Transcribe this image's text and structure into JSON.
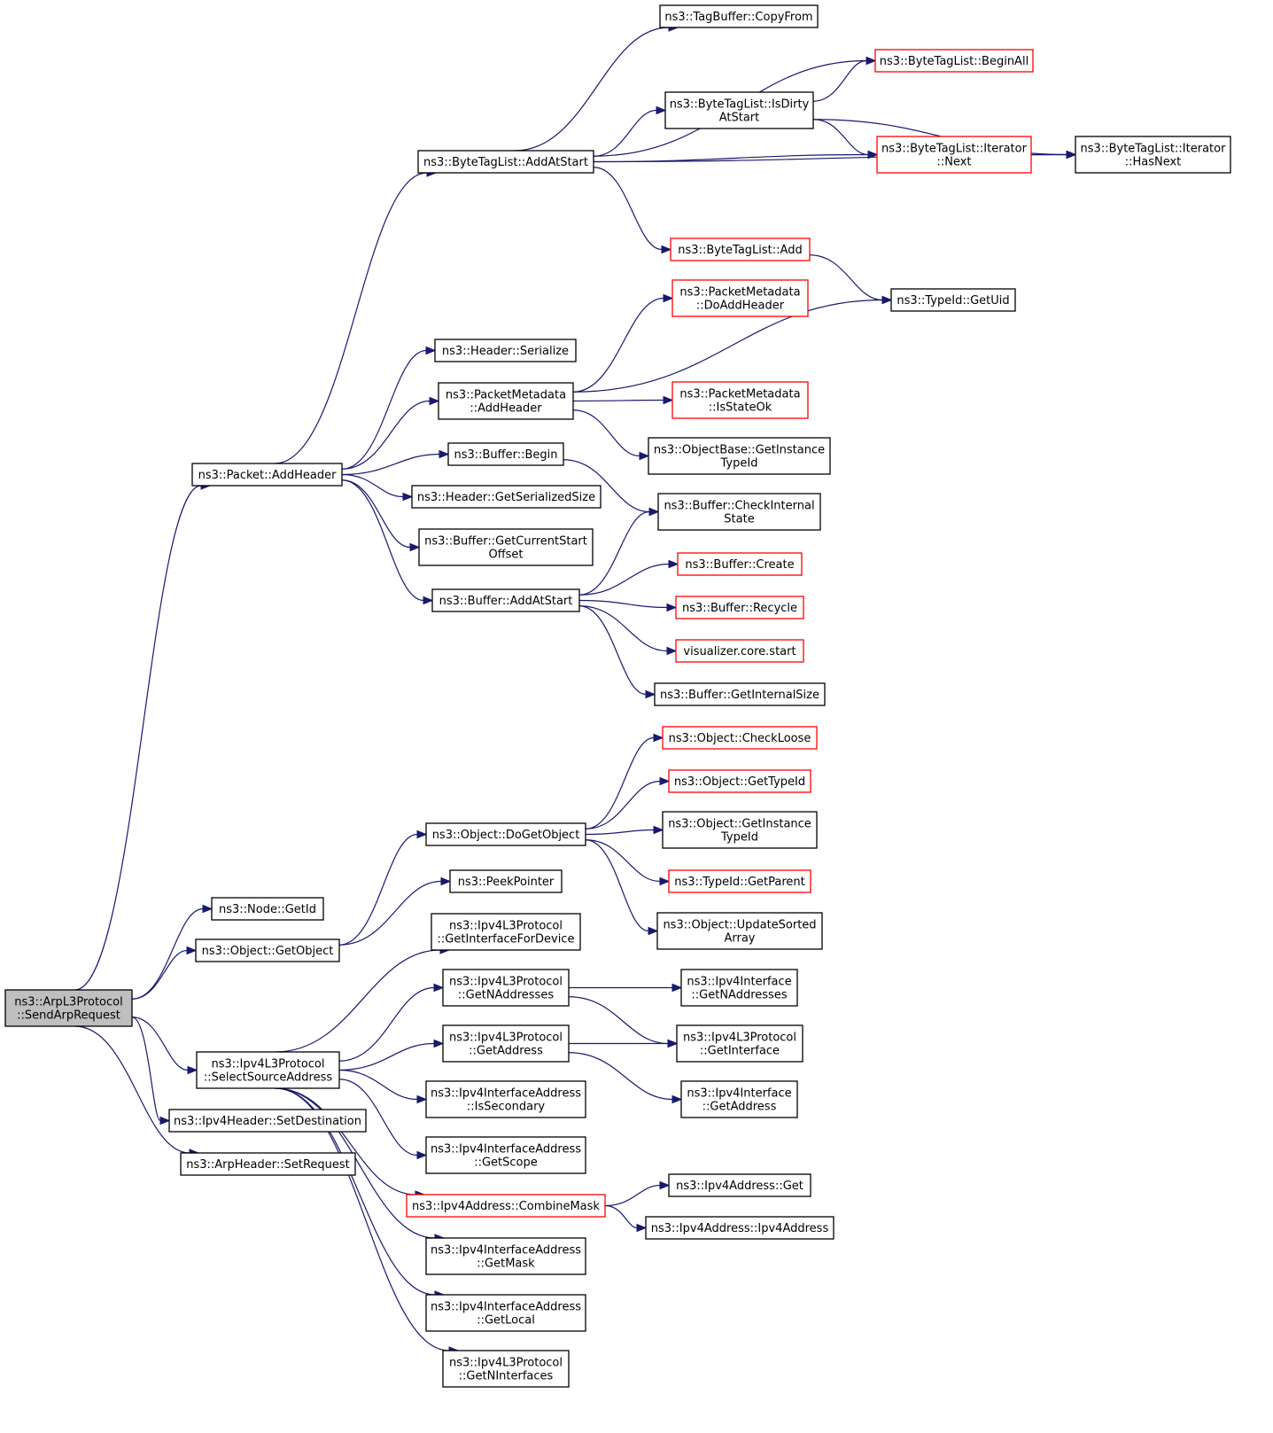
{
  "colors": {
    "edge": "#191970",
    "node_border": "#000000",
    "node_border_truncated": "#ff0000",
    "root_fill": "#bfbfbf",
    "node_fill": "#ffffff"
  },
  "nodes": [
    {
      "id": "root",
      "lines": [
        "ns3::ArpL3Protocol",
        "::SendArpRequest"
      ],
      "kind": "root"
    },
    {
      "id": "tagbuffer_copyfrom",
      "lines": [
        "ns3::TagBuffer::CopyFrom"
      ],
      "kind": "normal"
    },
    {
      "id": "btl_beginall",
      "lines": [
        "ns3::ByteTagList::BeginAll"
      ],
      "kind": "truncated"
    },
    {
      "id": "btl_isdirty",
      "lines": [
        "ns3::ByteTagList::IsDirty",
        "AtStart"
      ],
      "kind": "normal"
    },
    {
      "id": "btl_iter_next",
      "lines": [
        "ns3::ByteTagList::Iterator",
        "::Next"
      ],
      "kind": "truncated"
    },
    {
      "id": "btl_iter_hasnext",
      "lines": [
        "ns3::ByteTagList::Iterator",
        "::HasNext"
      ],
      "kind": "normal"
    },
    {
      "id": "btl_addatstart",
      "lines": [
        "ns3::ByteTagList::AddAtStart"
      ],
      "kind": "normal"
    },
    {
      "id": "btl_add",
      "lines": [
        "ns3::ByteTagList::Add"
      ],
      "kind": "truncated"
    },
    {
      "id": "typeid_getuid",
      "lines": [
        "ns3::TypeId::GetUid"
      ],
      "kind": "normal"
    },
    {
      "id": "pm_doaddheader",
      "lines": [
        "ns3::PacketMetadata",
        "::DoAddHeader"
      ],
      "kind": "truncated"
    },
    {
      "id": "header_serialize",
      "lines": [
        "ns3::Header::Serialize"
      ],
      "kind": "normal"
    },
    {
      "id": "pm_addheader",
      "lines": [
        "ns3::PacketMetadata",
        "::AddHeader"
      ],
      "kind": "normal"
    },
    {
      "id": "pm_isstateok",
      "lines": [
        "ns3::PacketMetadata",
        "::IsStateOk"
      ],
      "kind": "truncated"
    },
    {
      "id": "ob_getinstancetypeid",
      "lines": [
        "ns3::ObjectBase::GetInstance",
        "TypeId"
      ],
      "kind": "normal"
    },
    {
      "id": "buffer_begin",
      "lines": [
        "ns3::Buffer::Begin"
      ],
      "kind": "normal"
    },
    {
      "id": "packet_addheader",
      "lines": [
        "ns3::Packet::AddHeader"
      ],
      "kind": "normal"
    },
    {
      "id": "header_getserializedsize",
      "lines": [
        "ns3::Header::GetSerializedSize"
      ],
      "kind": "normal"
    },
    {
      "id": "buffer_checkinternalstate",
      "lines": [
        "ns3::Buffer::CheckInternal",
        "State"
      ],
      "kind": "normal"
    },
    {
      "id": "buffer_getcurrentstartoffset",
      "lines": [
        "ns3::Buffer::GetCurrentStart",
        "Offset"
      ],
      "kind": "normal"
    },
    {
      "id": "buffer_create",
      "lines": [
        "ns3::Buffer::Create"
      ],
      "kind": "truncated"
    },
    {
      "id": "buffer_addatstart",
      "lines": [
        "ns3::Buffer::AddAtStart"
      ],
      "kind": "normal"
    },
    {
      "id": "buffer_recycle",
      "lines": [
        "ns3::Buffer::Recycle"
      ],
      "kind": "truncated"
    },
    {
      "id": "visualizer_core_start",
      "lines": [
        "visualizer.core.start"
      ],
      "kind": "truncated"
    },
    {
      "id": "buffer_getinternalsize",
      "lines": [
        "ns3::Buffer::GetInternalSize"
      ],
      "kind": "normal"
    },
    {
      "id": "object_checkloose",
      "lines": [
        "ns3::Object::CheckLoose"
      ],
      "kind": "truncated"
    },
    {
      "id": "object_gettypeid",
      "lines": [
        "ns3::Object::GetTypeId"
      ],
      "kind": "truncated"
    },
    {
      "id": "object_dogetobject",
      "lines": [
        "ns3::Object::DoGetObject"
      ],
      "kind": "normal"
    },
    {
      "id": "object_getinstancetypeid",
      "lines": [
        "ns3::Object::GetInstance",
        "TypeId"
      ],
      "kind": "normal"
    },
    {
      "id": "typeid_getparent",
      "lines": [
        "ns3::TypeId::GetParent"
      ],
      "kind": "truncated"
    },
    {
      "id": "peekpointer",
      "lines": [
        "ns3::PeekPointer"
      ],
      "kind": "normal"
    },
    {
      "id": "node_getid",
      "lines": [
        "ns3::Node::GetId"
      ],
      "kind": "normal"
    },
    {
      "id": "object_updatesortedarray",
      "lines": [
        "ns3::Object::UpdateSorted",
        "Array"
      ],
      "kind": "normal"
    },
    {
      "id": "object_getobject",
      "lines": [
        "ns3::Object::GetObject"
      ],
      "kind": "normal"
    },
    {
      "id": "ipv4l3_getinterfacefordevice",
      "lines": [
        "ns3::Ipv4L3Protocol",
        "::GetInterfaceForDevice"
      ],
      "kind": "normal"
    },
    {
      "id": "ipv4l3_getnaddresses",
      "lines": [
        "ns3::Ipv4L3Protocol",
        "::GetNAddresses"
      ],
      "kind": "normal"
    },
    {
      "id": "ipv4if_getnaddresses",
      "lines": [
        "ns3::Ipv4Interface",
        "::GetNAddresses"
      ],
      "kind": "normal"
    },
    {
      "id": "ipv4l3_getaddress",
      "lines": [
        "ns3::Ipv4L3Protocol",
        "::GetAddress"
      ],
      "kind": "normal"
    },
    {
      "id": "ipv4l3_getinterface",
      "lines": [
        "ns3::Ipv4L3Protocol",
        "::GetInterface"
      ],
      "kind": "normal"
    },
    {
      "id": "ipv4l3_selectsourceaddress",
      "lines": [
        "ns3::Ipv4L3Protocol",
        "::SelectSourceAddress"
      ],
      "kind": "normal"
    },
    {
      "id": "ipv4ifaddr_issecondary",
      "lines": [
        "ns3::Ipv4InterfaceAddress",
        "::IsSecondary"
      ],
      "kind": "normal"
    },
    {
      "id": "ipv4if_getaddress",
      "lines": [
        "ns3::Ipv4Interface",
        "::GetAddress"
      ],
      "kind": "normal"
    },
    {
      "id": "ipv4header_setdestination",
      "lines": [
        "ns3::Ipv4Header::SetDestination"
      ],
      "kind": "normal"
    },
    {
      "id": "ipv4ifaddr_getscope",
      "lines": [
        "ns3::Ipv4InterfaceAddress",
        "::GetScope"
      ],
      "kind": "normal"
    },
    {
      "id": "arpheader_setrequest",
      "lines": [
        "ns3::ArpHeader::SetRequest"
      ],
      "kind": "normal"
    },
    {
      "id": "ipv4address_get",
      "lines": [
        "ns3::Ipv4Address::Get"
      ],
      "kind": "normal"
    },
    {
      "id": "ipv4address_combinemask",
      "lines": [
        "ns3::Ipv4Address::CombineMask"
      ],
      "kind": "truncated"
    },
    {
      "id": "ipv4address_ipv4address",
      "lines": [
        "ns3::Ipv4Address::Ipv4Address"
      ],
      "kind": "normal"
    },
    {
      "id": "ipv4ifaddr_getmask",
      "lines": [
        "ns3::Ipv4InterfaceAddress",
        "::GetMask"
      ],
      "kind": "normal"
    },
    {
      "id": "ipv4ifaddr_getlocal",
      "lines": [
        "ns3::Ipv4InterfaceAddress",
        "::GetLocal"
      ],
      "kind": "normal"
    },
    {
      "id": "ipv4l3_getninterfaces",
      "lines": [
        "ns3::Ipv4L3Protocol",
        "::GetNInterfaces"
      ],
      "kind": "normal"
    }
  ],
  "edges": [
    [
      "root",
      "packet_addheader"
    ],
    [
      "root",
      "node_getid"
    ],
    [
      "root",
      "object_getobject"
    ],
    [
      "root",
      "ipv4l3_selectsourceaddress"
    ],
    [
      "root",
      "ipv4header_setdestination"
    ],
    [
      "root",
      "arpheader_setrequest"
    ],
    [
      "packet_addheader",
      "btl_addatstart"
    ],
    [
      "packet_addheader",
      "header_serialize"
    ],
    [
      "packet_addheader",
      "pm_addheader"
    ],
    [
      "packet_addheader",
      "buffer_begin"
    ],
    [
      "packet_addheader",
      "header_getserializedsize"
    ],
    [
      "packet_addheader",
      "buffer_getcurrentstartoffset"
    ],
    [
      "packet_addheader",
      "buffer_addatstart"
    ],
    [
      "btl_addatstart",
      "tagbuffer_copyfrom"
    ],
    [
      "btl_addatstart",
      "btl_beginall"
    ],
    [
      "btl_addatstart",
      "btl_isdirty"
    ],
    [
      "btl_addatstart",
      "btl_iter_next"
    ],
    [
      "btl_addatstart",
      "btl_iter_hasnext"
    ],
    [
      "btl_addatstart",
      "btl_add"
    ],
    [
      "btl_isdirty",
      "btl_beginall"
    ],
    [
      "btl_isdirty",
      "btl_iter_next"
    ],
    [
      "btl_isdirty",
      "btl_iter_hasnext"
    ],
    [
      "btl_iter_next",
      "btl_iter_hasnext"
    ],
    [
      "btl_add",
      "typeid_getuid"
    ],
    [
      "pm_addheader",
      "pm_doaddheader"
    ],
    [
      "pm_addheader",
      "typeid_getuid"
    ],
    [
      "pm_addheader",
      "pm_isstateok"
    ],
    [
      "pm_addheader",
      "ob_getinstancetypeid"
    ],
    [
      "buffer_begin",
      "buffer_checkinternalstate"
    ],
    [
      "buffer_addatstart",
      "buffer_checkinternalstate"
    ],
    [
      "buffer_addatstart",
      "buffer_create"
    ],
    [
      "buffer_addatstart",
      "buffer_recycle"
    ],
    [
      "buffer_addatstart",
      "visualizer_core_start"
    ],
    [
      "buffer_addatstart",
      "buffer_getinternalsize"
    ],
    [
      "object_getobject",
      "object_dogetobject"
    ],
    [
      "object_getobject",
      "peekpointer"
    ],
    [
      "object_dogetobject",
      "object_checkloose"
    ],
    [
      "object_dogetobject",
      "object_gettypeid"
    ],
    [
      "object_dogetobject",
      "object_getinstancetypeid"
    ],
    [
      "object_dogetobject",
      "typeid_getparent"
    ],
    [
      "object_dogetobject",
      "object_updatesortedarray"
    ],
    [
      "ipv4l3_selectsourceaddress",
      "ipv4l3_getinterfacefordevice"
    ],
    [
      "ipv4l3_selectsourceaddress",
      "ipv4l3_getnaddresses"
    ],
    [
      "ipv4l3_selectsourceaddress",
      "ipv4l3_getaddress"
    ],
    [
      "ipv4l3_selectsourceaddress",
      "ipv4ifaddr_issecondary"
    ],
    [
      "ipv4l3_selectsourceaddress",
      "ipv4ifaddr_getscope"
    ],
    [
      "ipv4l3_selectsourceaddress",
      "ipv4address_combinemask"
    ],
    [
      "ipv4l3_selectsourceaddress",
      "ipv4ifaddr_getmask"
    ],
    [
      "ipv4l3_selectsourceaddress",
      "ipv4ifaddr_getlocal"
    ],
    [
      "ipv4l3_selectsourceaddress",
      "ipv4l3_getninterfaces"
    ],
    [
      "ipv4l3_getnaddresses",
      "ipv4if_getnaddresses"
    ],
    [
      "ipv4l3_getnaddresses",
      "ipv4l3_getinterface"
    ],
    [
      "ipv4l3_getaddress",
      "ipv4l3_getinterface"
    ],
    [
      "ipv4l3_getaddress",
      "ipv4if_getaddress"
    ],
    [
      "ipv4address_combinemask",
      "ipv4address_get"
    ],
    [
      "ipv4address_combinemask",
      "ipv4address_ipv4address"
    ]
  ]
}
